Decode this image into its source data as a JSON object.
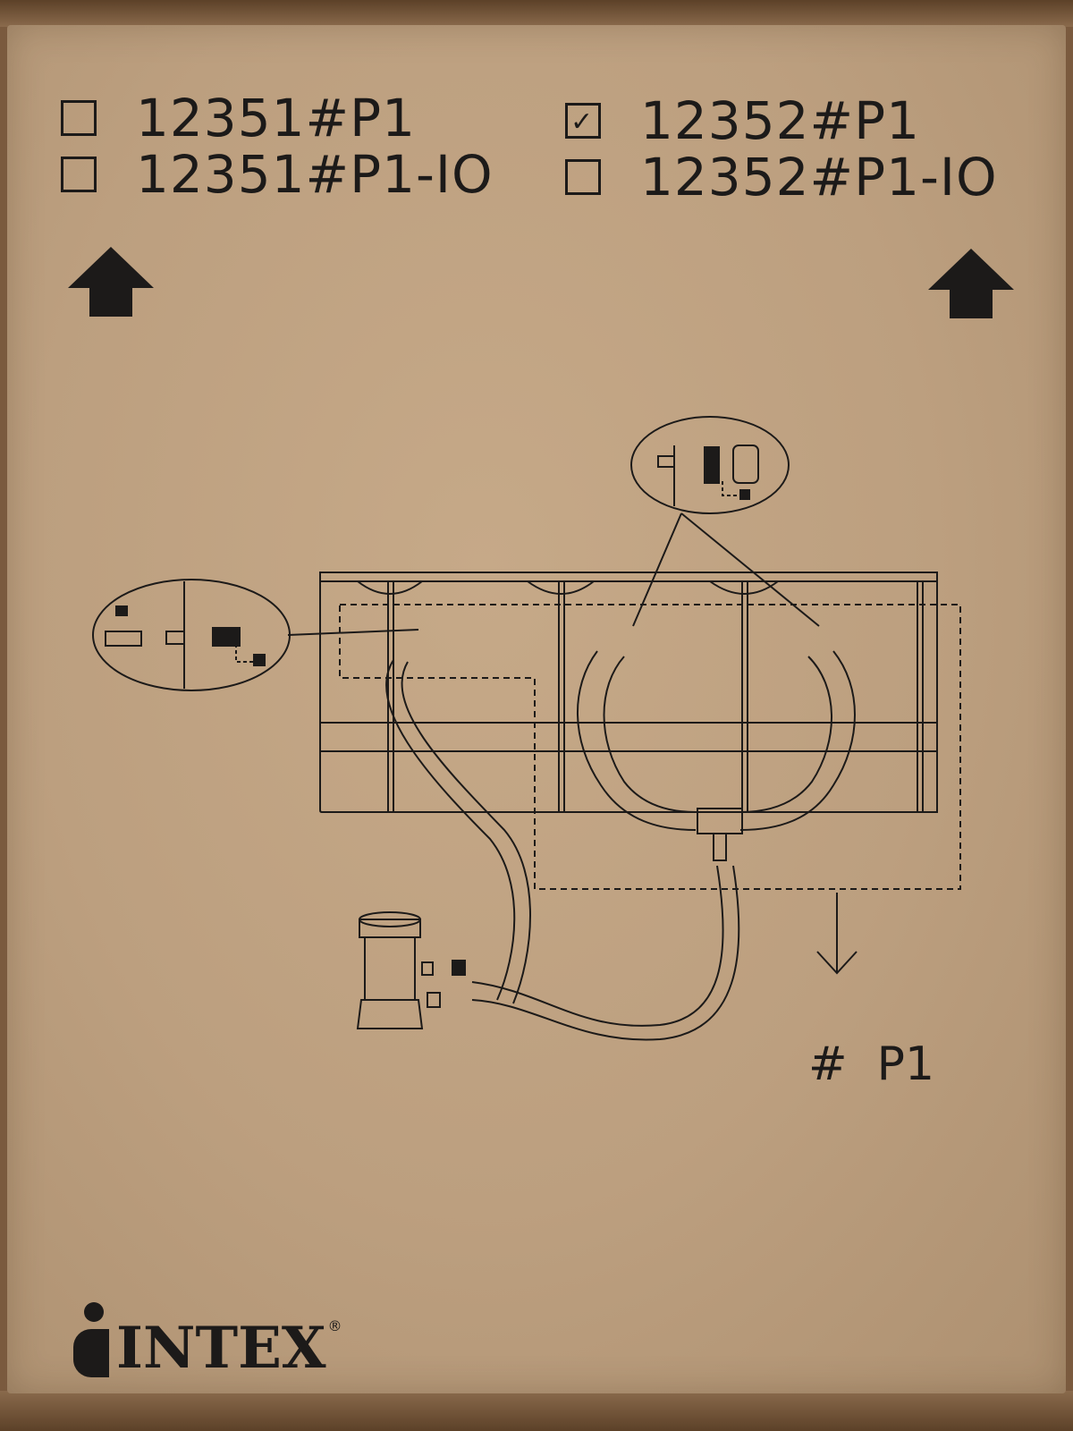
{
  "options": [
    {
      "code": "12351#P1",
      "checked": false
    },
    {
      "code": "12351#P1-IO",
      "checked": false
    },
    {
      "code": "12352#P1",
      "checked": true,
      "mark": "✓"
    },
    {
      "code": "12352#P1-IO",
      "checked": false
    }
  ],
  "part_label": "#  P1",
  "brand": {
    "name": "INTEX",
    "registered": "®"
  },
  "colors": {
    "cardboard": "#c6a988",
    "ink": "#1c1a19",
    "wood": "#7a5a3e"
  },
  "icons": [
    "this-side-up-arrow-icon",
    "pool-pump-hose-diagram"
  ]
}
